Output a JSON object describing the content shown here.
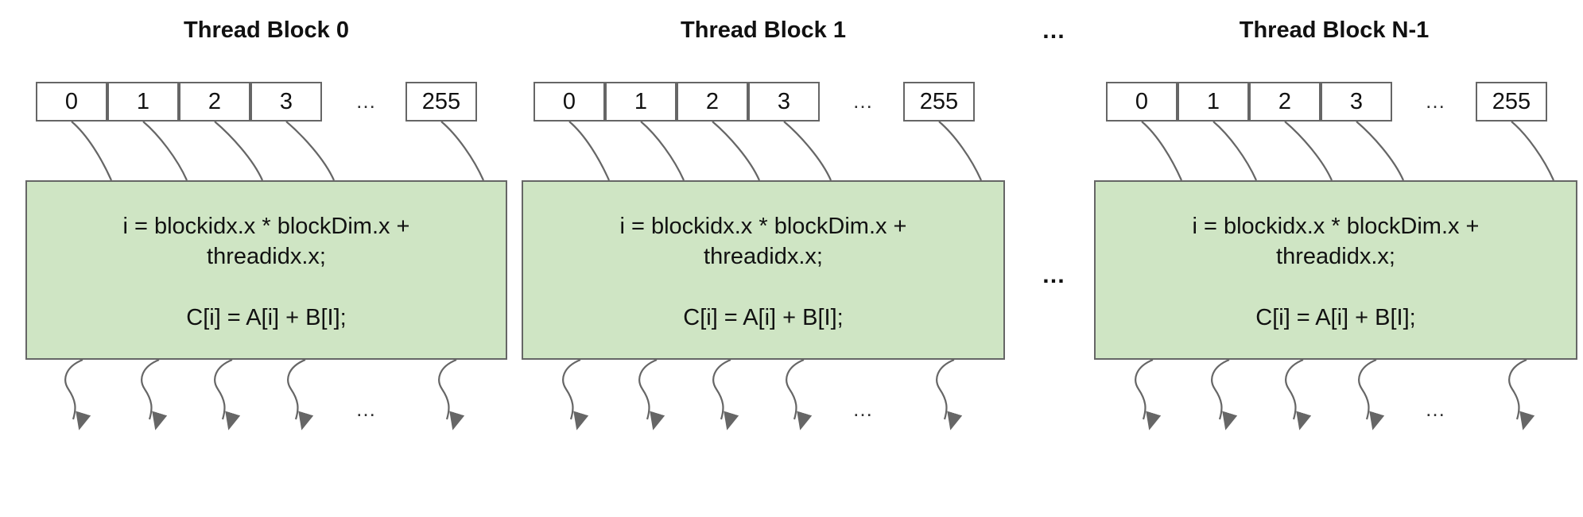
{
  "blocks": [
    {
      "title": "Thread Block 0",
      "indices": [
        "0",
        "1",
        "2",
        "3",
        "255"
      ],
      "index_ellipsis": "…",
      "kernel_line1": "i = blockidx.x * blockDim.x +",
      "kernel_line2": "threadidx.x;",
      "kernel_line3": "C[i] = A[i] + B[I];",
      "output_ellipsis": "…"
    },
    {
      "title": "Thread Block 1",
      "indices": [
        "0",
        "1",
        "2",
        "3",
        "255"
      ],
      "index_ellipsis": "…",
      "kernel_line1": "i = blockidx.x * blockDim.x +",
      "kernel_line2": "threadidx.x;",
      "kernel_line3": "C[i] = A[i] + B[I];",
      "output_ellipsis": "…"
    },
    {
      "title": "Thread Block N-1",
      "indices": [
        "0",
        "1",
        "2",
        "3",
        "255"
      ],
      "index_ellipsis": "…",
      "kernel_line1": "i = blockidx.x * blockDim.x +",
      "kernel_line2": "threadidx.x;",
      "kernel_line3": "C[i] = A[i] + B[I];",
      "output_ellipsis": "…"
    }
  ],
  "between_ellipsis_top": "…",
  "between_ellipsis_mid": "…",
  "colors": {
    "kernel_fill": "#cfe5c4",
    "border": "#666666",
    "arrow": "#666666"
  }
}
